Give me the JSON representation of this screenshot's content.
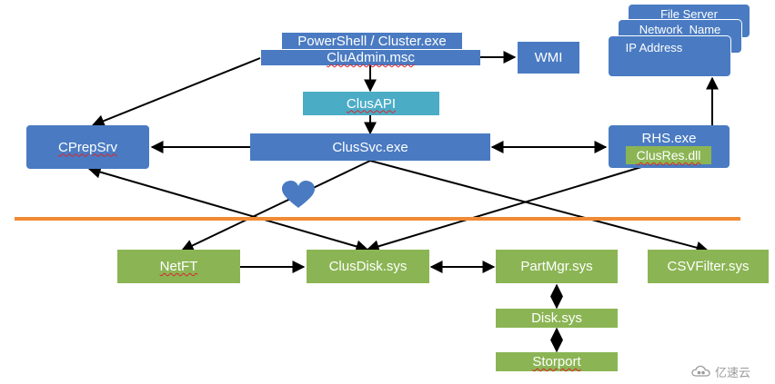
{
  "nodes": {
    "powershell": "PowerShell / Cluster.exe",
    "cluadmin": "CluAdmin.msc",
    "wmi": "WMI",
    "clusapi": "ClusAPI",
    "cprepsrv": "CPrepSrv",
    "clussvc": "ClusSvc.exe",
    "rhs": "RHS.exe",
    "clusres": "ClusRes.dll",
    "file_server": "File Server",
    "network_name": "Network  Name",
    "ip_address": "IP Address",
    "netft": "NetFT",
    "clusdisk": "ClusDisk.sys",
    "partmgr": "PartMgr.sys",
    "csvfilter": "CSVFilter.sys",
    "disk": "Disk.sys",
    "storport": "Storport"
  },
  "watermark": {
    "text": "亿速云"
  },
  "colors": {
    "blue": "#4a7bc2",
    "teal": "#4bacc6",
    "green": "#8bb554",
    "divider": "#f08a34",
    "heart": "#4a7bc2",
    "arrow": "#000000"
  }
}
